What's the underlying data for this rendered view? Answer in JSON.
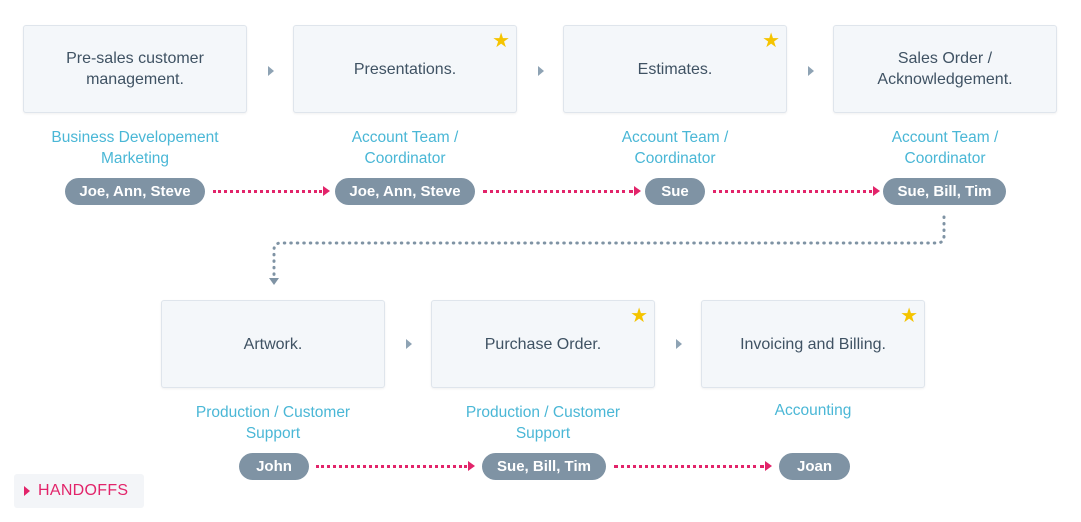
{
  "steps_row1": [
    {
      "title": "Pre-sales customer\nmanagement.",
      "starred": false,
      "role": "Business Developement\nMarketing",
      "people": "Joe, Ann, Steve"
    },
    {
      "title": "Presentations.",
      "starred": true,
      "role": "Account Team /\nCoordinator",
      "people": "Joe, Ann, Steve"
    },
    {
      "title": "Estimates.",
      "starred": true,
      "role": "Account Team /\nCoordinator",
      "people": "Sue"
    },
    {
      "title": "Sales Order /\nAcknowledgement.",
      "starred": false,
      "role": "Account Team /\nCoordinator",
      "people": "Sue, Bill, Tim"
    }
  ],
  "steps_row2": [
    {
      "title": "Artwork.",
      "starred": false,
      "role": "Production / Customer\nSupport",
      "people": "John"
    },
    {
      "title": "Purchase Order.",
      "starred": true,
      "role": "Production / Customer\nSupport",
      "people": "Sue, Bill, Tim"
    },
    {
      "title": "Invoicing and Billing.",
      "starred": true,
      "role": "Accounting",
      "people": "Joan"
    }
  ],
  "legend": {
    "label": "HANDOFFS"
  },
  "colors": {
    "handoff": "#e2246a",
    "role_text": "#4ab7d6",
    "pill_bg": "#7f93a4",
    "star": "#f5c400",
    "connector": "#7f93a4"
  }
}
